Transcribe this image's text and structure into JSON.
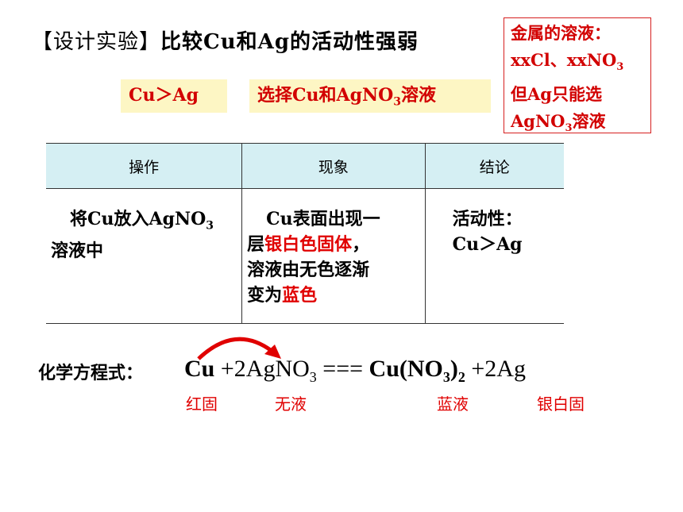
{
  "title": {
    "bracket_open": "【",
    "bracket_text": "设计实验",
    "bracket_close": "】",
    "main": "比较Cu和Ag的活动性强弱"
  },
  "note": {
    "line1": "金属的溶液：",
    "line2": "xxCl、xxNO",
    "line2_sub": "3",
    "line3": "但Ag只能选",
    "line4": "AgNO",
    "line4_sub": "3",
    "line4_tail": "溶液"
  },
  "highlights": {
    "order": "Cu＞Ag",
    "choice_pre": "选择Cu和AgNO",
    "choice_sub": "3",
    "choice_post": "溶液"
  },
  "table": {
    "headers": [
      "操作",
      "现象",
      "结论"
    ],
    "operation": {
      "line1": "将Cu放入AgNO",
      "line1_sub": "3",
      "line2": "溶液中"
    },
    "phenomenon": {
      "line1": "Cu表面出现一",
      "line2_pre": "层",
      "line2_red": "银白色固体",
      "line2_post": "，",
      "line3": "溶液由无色逐渐",
      "line4_pre": "变为",
      "line4_red": "蓝色"
    },
    "conclusion": {
      "line1": "活动性：",
      "line2": "Cu＞Ag"
    }
  },
  "equation": {
    "label": "化学方程式：",
    "reactant1": "Cu",
    "reactant2_pre": "+2AgNO",
    "reactant2_sub": "3",
    "arrow": " === ",
    "product1_pre": "Cu(NO",
    "product1_sub1": "3",
    "product1_mid": ")",
    "product1_sub2": "2",
    "product2": "+2Ag"
  },
  "annotations": {
    "cu": "红固",
    "agno3": "无液",
    "cuno3": "蓝液",
    "ag": "银白固"
  },
  "colors": {
    "accent_red": "#e00000",
    "highlight_bg": "#fdf6c4",
    "header_bg": "#d5eff3"
  }
}
